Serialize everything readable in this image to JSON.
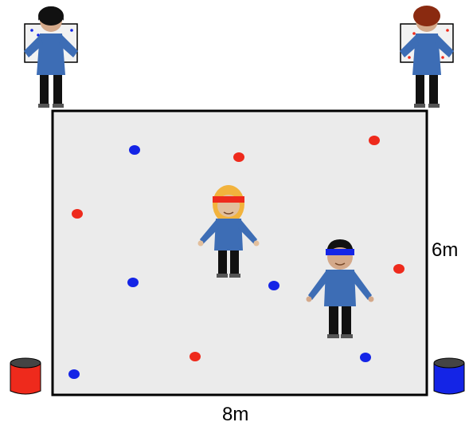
{
  "dimensions": {
    "width_label": "8m",
    "height_label": "6m"
  },
  "colors": {
    "red": "#ee2a1c",
    "blue": "#1424e6",
    "field": "#ebebeb",
    "shirt": "#3d6db5",
    "skin": "#d4a98a",
    "pants": "#111111"
  },
  "field": {
    "discs": [
      {
        "color": "blue"
      },
      {
        "color": "red"
      },
      {
        "color": "red"
      },
      {
        "color": "red"
      },
      {
        "color": "blue"
      },
      {
        "color": "blue"
      },
      {
        "color": "red"
      },
      {
        "color": "red"
      },
      {
        "color": "blue"
      },
      {
        "color": "blue"
      }
    ]
  },
  "players": [
    {
      "role": "guide",
      "team": "blue",
      "hair": "black",
      "holds": "board"
    },
    {
      "role": "guide",
      "team": "red",
      "hair": "auburn",
      "holds": "board"
    },
    {
      "role": "blindfolded",
      "team": "red",
      "hair": "blonde",
      "blindfold": "red"
    },
    {
      "role": "blindfolded",
      "team": "blue",
      "hair": "black",
      "blindfold": "blue"
    }
  ],
  "buckets": [
    {
      "color": "red"
    },
    {
      "color": "blue"
    }
  ]
}
